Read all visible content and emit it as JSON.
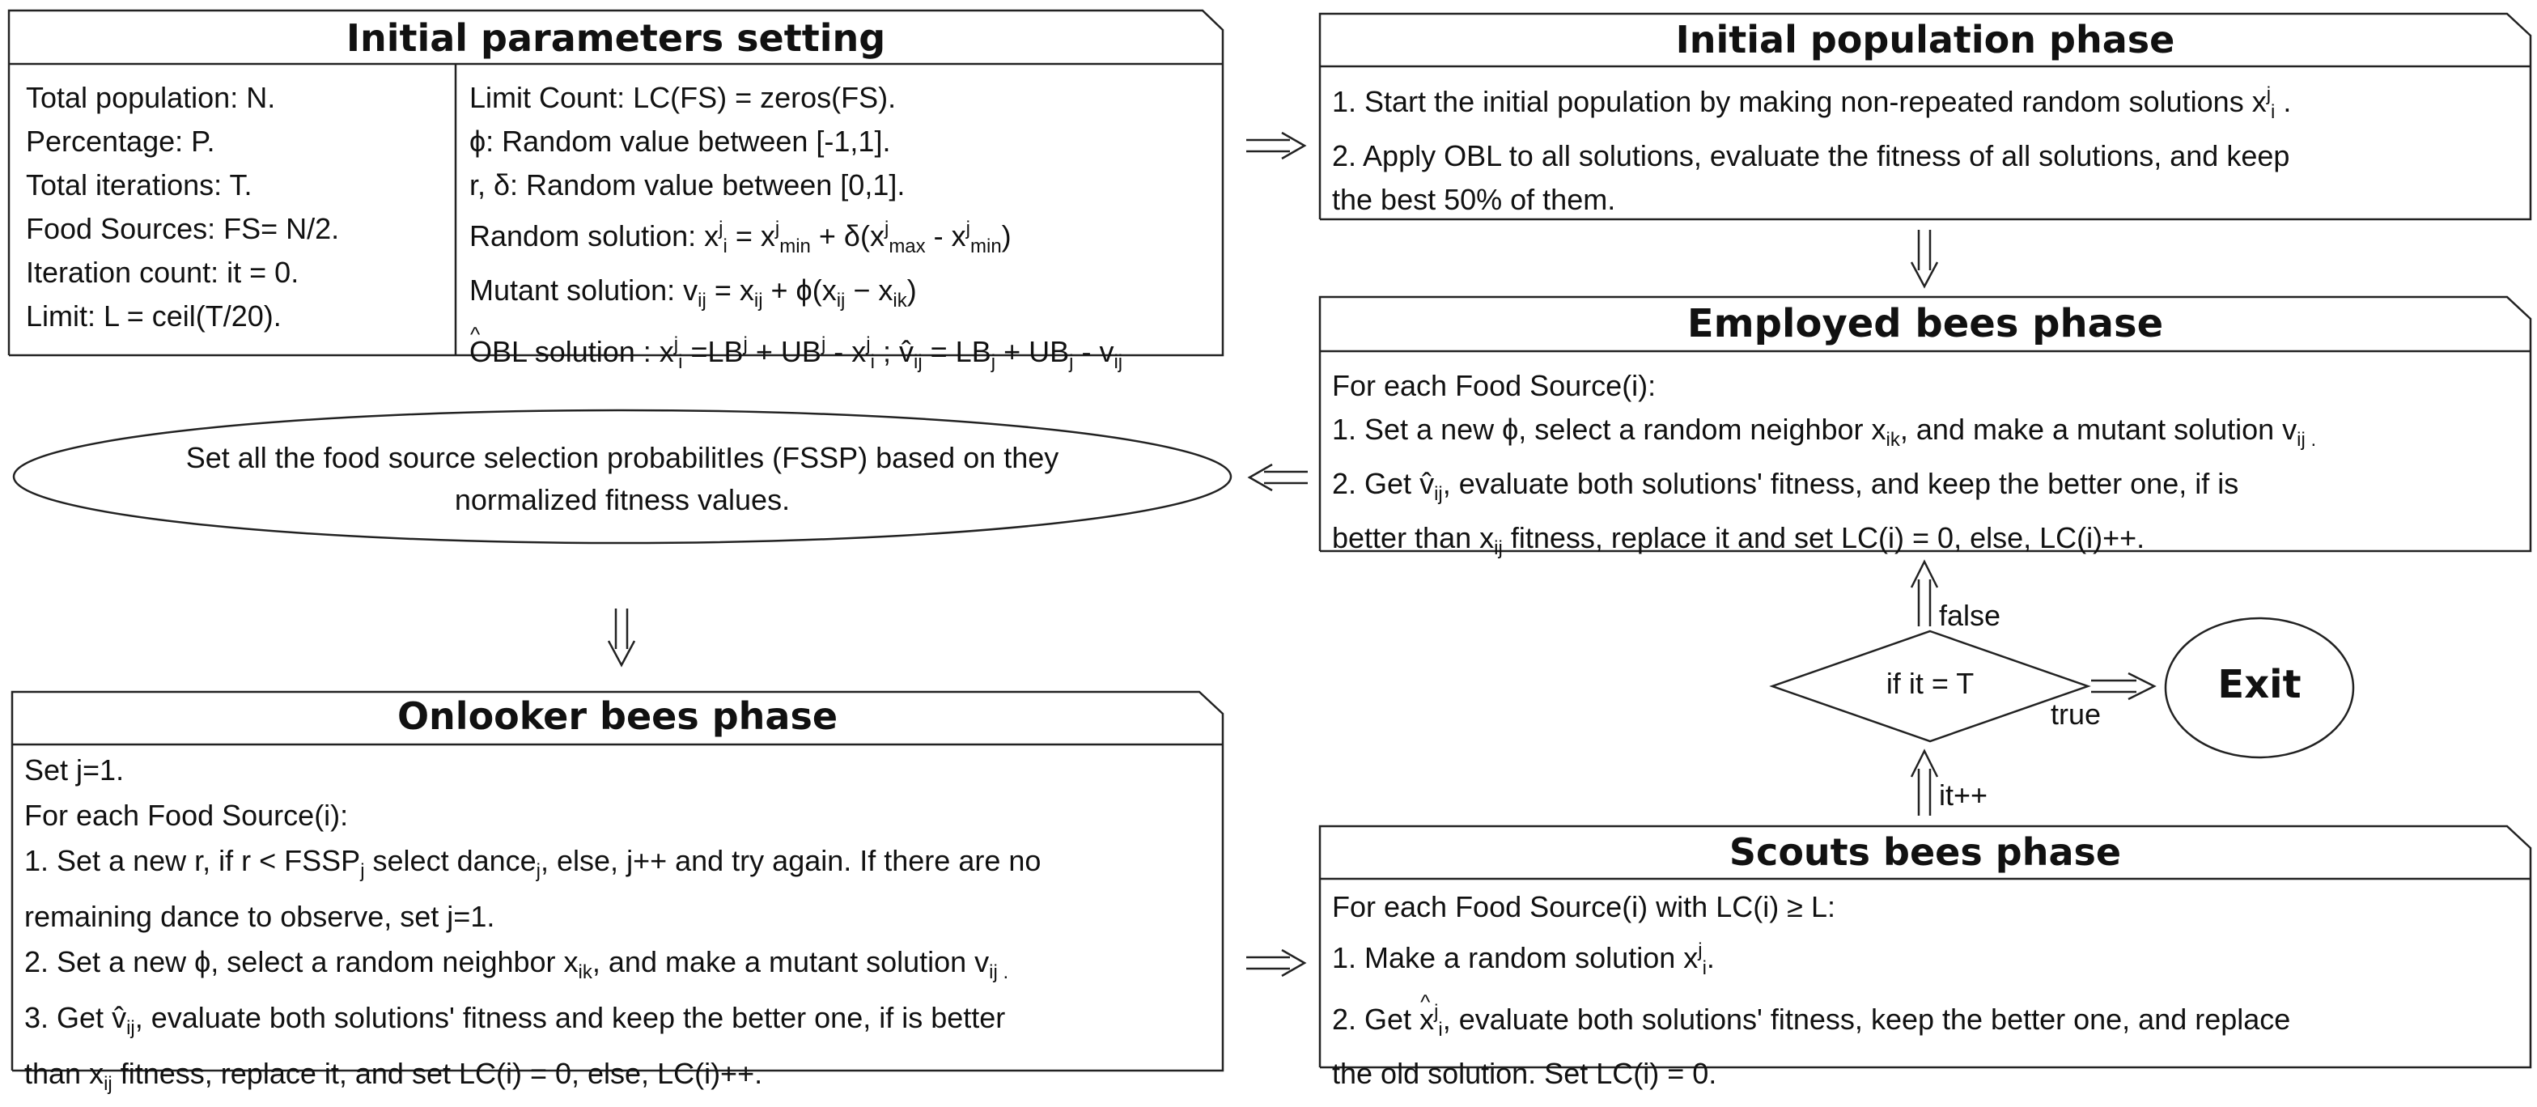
{
  "init_params": {
    "title": "Initial parameters setting",
    "left": [
      "Total population: N.",
      "Percentage: P.",
      "Total iterations: T.",
      "Food Sources: FS= N/2.",
      "Iteration count: it = 0.",
      "Limit: L = ceil(T/20)."
    ],
    "right_line1": "Limit Count: LC(FS) = zeros(FS).",
    "right_line2": "ϕ: Random value between [-1,1].",
    "right_line3": "r, δ: Random value between [0,1].",
    "right_line4": "Random solution: x",
    "right_line5": "Mutant solution: v",
    "right_line6": "OBL solution : x"
  },
  "initial_population": {
    "title": "Initial population phase",
    "line1": "1. Start the initial population by making non-repeated random solutions x",
    "line2": "2. Apply OBL to all solutions, evaluate the fitness of all solutions, and keep",
    "line3": "the best 50% of them."
  },
  "employed": {
    "title": "Employed bees phase",
    "line1": "For each Food Source(i):",
    "line2a": "1. Set a new ϕ, select a random neighbor x",
    "line2b": ", and make a mutant solution v",
    "line3a": "2. Get ",
    "line3b": ", evaluate both solutions' fitness, and keep the better one, if is",
    "line4a": "better than x",
    "line4b": " fitness, replace it and set LC(i) = 0, else, LC(i)++."
  },
  "fssp": {
    "line1": "Set all the food source selection probabilitIes (FSSP) based on they",
    "line2": "normalized fitness values."
  },
  "onlooker": {
    "title": "Onlooker bees phase",
    "line1": "Set j=1.",
    "line2": "For each Food Source(i):",
    "line3a": "1. Set a new r, if r <  FSSP",
    "line3b": " select dance",
    "line3c": ", else, j++ and try again. If there are no",
    "line4": "remaining dance to observe, set j=1.",
    "line5a": "2. Set a new ϕ, select a random neighbor x",
    "line5b": ", and make a mutant solution v",
    "line6a": "3. Get ",
    "line6b": ", evaluate both solutions' fitness and keep the better one, if is better",
    "line7a": "than x",
    "line7b": " fitness, replace it, and set LC(i) = 0, else, LC(i)++."
  },
  "scouts": {
    "title": "Scouts bees phase",
    "line1": "For each Food Source(i) with LC(i) ≥ L:",
    "line2": "1. Make a random solution x",
    "line3a": "2. Get ",
    "line3b": ", evaluate both solutions' fitness, keep the better one, and replace",
    "line4": "the old solution. Set LC(i) = 0."
  },
  "decision": {
    "text": "if it = T",
    "true_label": "true",
    "false_label": "false",
    "inc_label": "it++"
  },
  "exit": {
    "text": "Exit"
  }
}
